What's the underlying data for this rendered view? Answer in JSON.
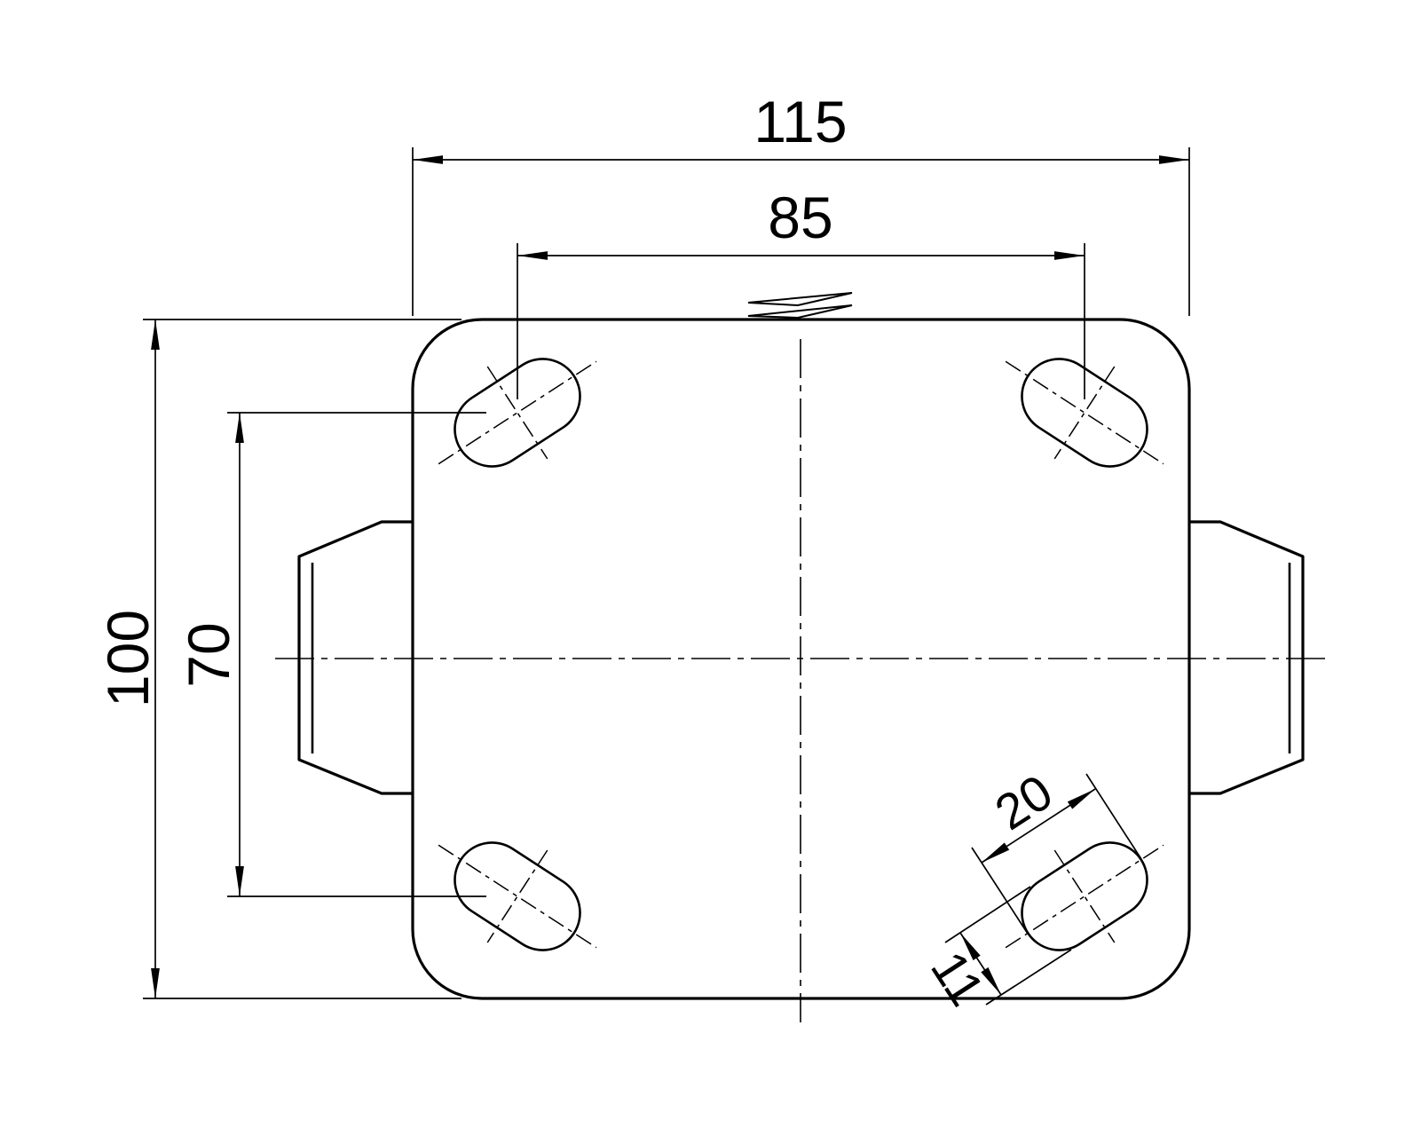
{
  "drawing": {
    "colors": {
      "line": "#000000",
      "background": "#ffffff"
    },
    "dimensions": {
      "plate_width": "115",
      "bolt_spacing_horizontal": "85",
      "plate_height": "100",
      "bolt_spacing_vertical": "70",
      "slot_length": "20",
      "slot_width": "11"
    }
  }
}
